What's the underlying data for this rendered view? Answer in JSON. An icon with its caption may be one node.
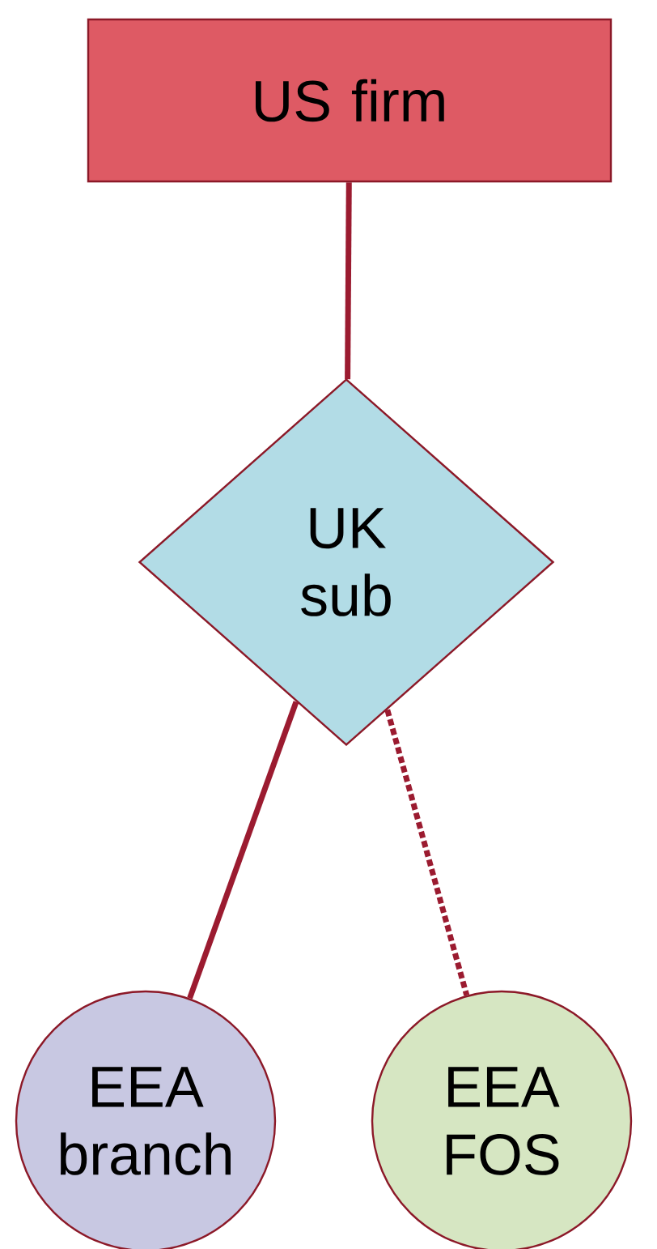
{
  "diagram": {
    "nodes": [
      {
        "text": [
          "US firm"
        ]
      },
      {
        "text": [
          "UK sub"
        ]
      },
      {
        "text": [
          "EEA branch"
        ]
      },
      {
        "text": [
          "EEA FOS"
        ]
      }
    ],
    "edges": [
      {
        "from": 0,
        "to": 1,
        "arrow": "none"
      },
      {
        "from": 1,
        "to": 2,
        "arrow": "none"
      },
      {
        "from": 1,
        "to": 3,
        "arrow": "none",
        "style": "dashed"
      }
    ]
  }
}
